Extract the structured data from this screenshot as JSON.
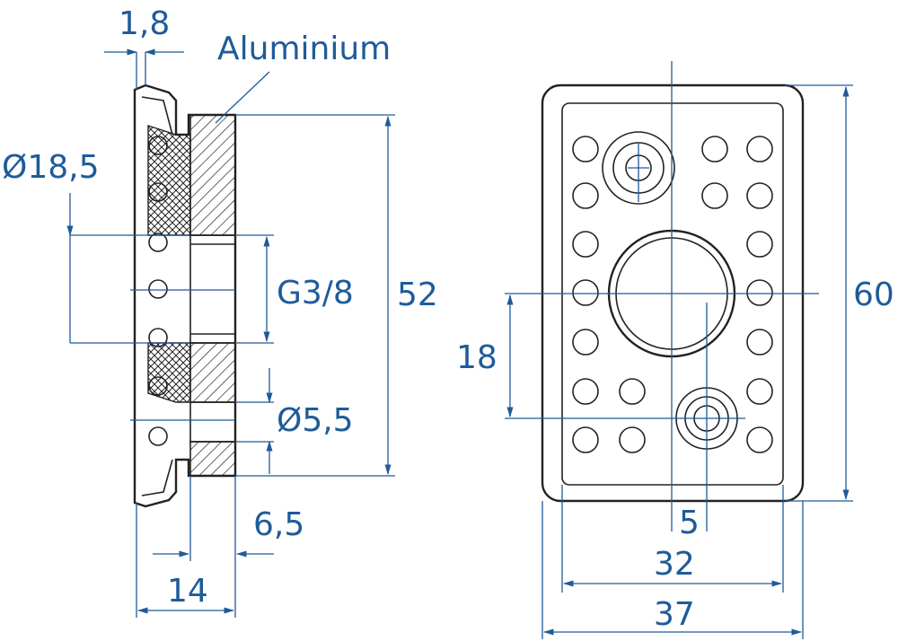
{
  "labels": {
    "material": "Aluminium",
    "thickness": "1,8",
    "diameter_outer": "Ø18,5",
    "thread": "G3/8",
    "height_52": "52",
    "diameter_hole": "Ø5,5",
    "depth_65": "6,5",
    "depth_14": "14",
    "pitch_18": "18",
    "offset_5": "5",
    "width_32": "32",
    "width_37": "37",
    "height_60": "60"
  },
  "colors": {
    "dimension": "#1f5b99",
    "outline": "#222222"
  }
}
